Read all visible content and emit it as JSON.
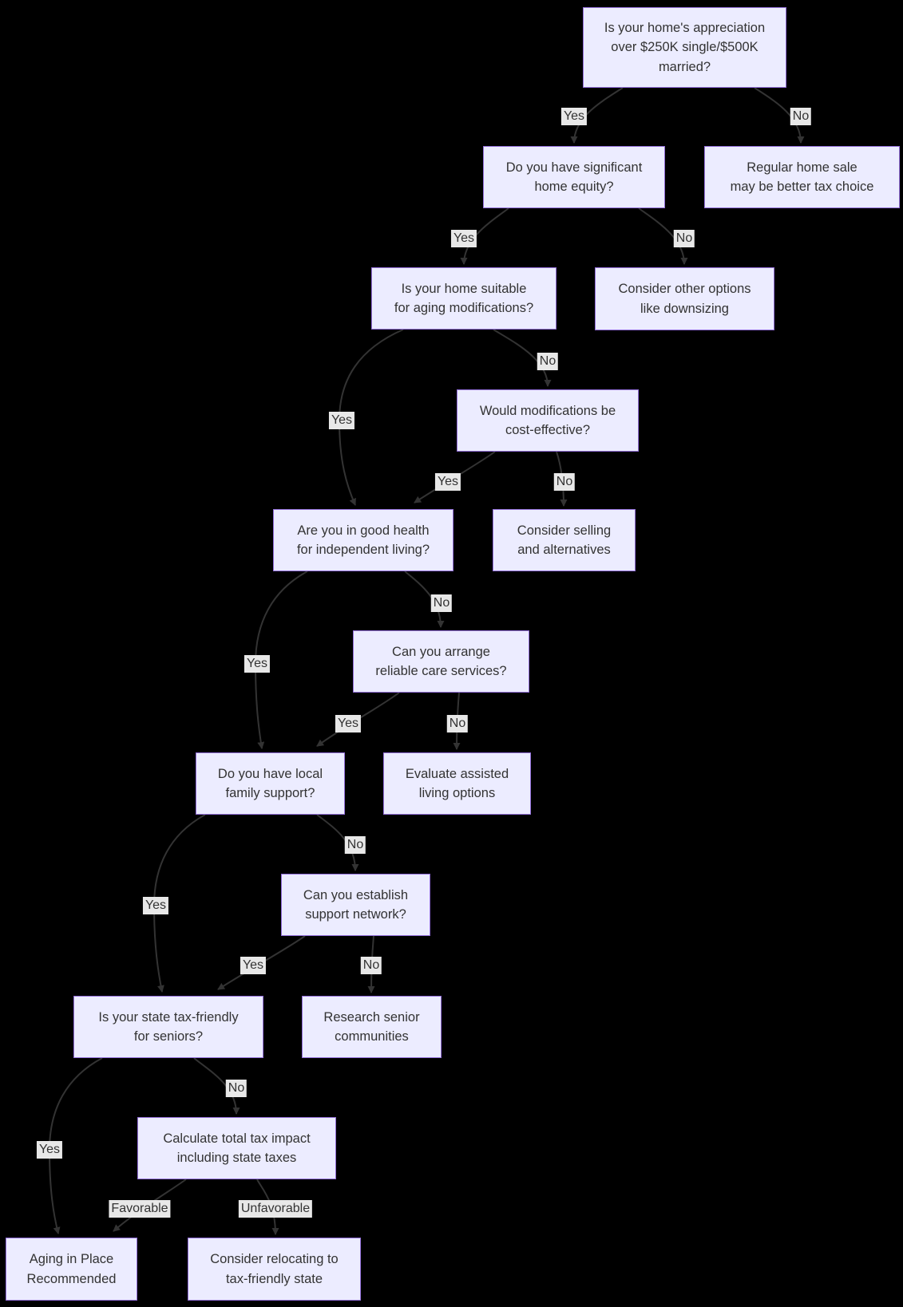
{
  "diagram": {
    "type": "flowchart-decision-tree",
    "colors": {
      "background": "#000000",
      "node_fill": "#ECECFF",
      "node_border": "#9370DB",
      "edge_line": "#333333",
      "edge_label_bg": "#e8e8e8",
      "text": "#333333"
    },
    "nodes": [
      {
        "id": "q-appreciation",
        "lines": [
          "Is your home's appreciation",
          "over $250K single/$500K",
          "married?"
        ]
      },
      {
        "id": "q-equity",
        "lines": [
          "Do you have significant",
          "home equity?"
        ]
      },
      {
        "id": "outcome-regular-sale",
        "lines": [
          "Regular home sale",
          "may be better tax choice"
        ]
      },
      {
        "id": "q-suitable",
        "lines": [
          "Is your home suitable",
          "for aging modifications?"
        ]
      },
      {
        "id": "outcome-downsizing",
        "lines": [
          "Consider other options",
          "like downsizing"
        ]
      },
      {
        "id": "q-cost-effective",
        "lines": [
          "Would modifications be",
          "cost-effective?"
        ]
      },
      {
        "id": "q-health",
        "lines": [
          "Are you in good health",
          "for independent living?"
        ]
      },
      {
        "id": "outcome-selling",
        "lines": [
          "Consider selling",
          "and alternatives"
        ]
      },
      {
        "id": "q-care-services",
        "lines": [
          "Can you arrange",
          "reliable care services?"
        ]
      },
      {
        "id": "q-family-support",
        "lines": [
          "Do you have local",
          "family support?"
        ]
      },
      {
        "id": "outcome-assisted-living",
        "lines": [
          "Evaluate assisted",
          "living options"
        ]
      },
      {
        "id": "q-support-network",
        "lines": [
          "Can you establish",
          "support network?"
        ]
      },
      {
        "id": "q-tax-friendly",
        "lines": [
          "Is your state tax-friendly",
          "for seniors?"
        ]
      },
      {
        "id": "outcome-senior-communities",
        "lines": [
          "Research senior",
          "communities"
        ]
      },
      {
        "id": "p-tax-impact",
        "lines": [
          "Calculate total tax impact",
          "including state taxes"
        ]
      },
      {
        "id": "outcome-aging-in-place",
        "lines": [
          "Aging in Place",
          "Recommended"
        ]
      },
      {
        "id": "outcome-relocate",
        "lines": [
          "Consider relocating to",
          "tax-friendly state"
        ]
      }
    ],
    "edges": [
      {
        "from": "q-appreciation",
        "to": "q-equity",
        "label": "Yes"
      },
      {
        "from": "q-appreciation",
        "to": "outcome-regular-sale",
        "label": "No"
      },
      {
        "from": "q-equity",
        "to": "q-suitable",
        "label": "Yes"
      },
      {
        "from": "q-equity",
        "to": "outcome-downsizing",
        "label": "No"
      },
      {
        "from": "q-suitable",
        "to": "q-cost-effective",
        "label": "No"
      },
      {
        "from": "q-suitable",
        "to": "q-health",
        "label": "Yes"
      },
      {
        "from": "q-cost-effective",
        "to": "q-health",
        "label": "Yes"
      },
      {
        "from": "q-cost-effective",
        "to": "outcome-selling",
        "label": "No"
      },
      {
        "from": "q-health",
        "to": "q-care-services",
        "label": "No"
      },
      {
        "from": "q-health",
        "to": "q-family-support",
        "label": "Yes"
      },
      {
        "from": "q-care-services",
        "to": "q-family-support",
        "label": "Yes"
      },
      {
        "from": "q-care-services",
        "to": "outcome-assisted-living",
        "label": "No"
      },
      {
        "from": "q-family-support",
        "to": "q-support-network",
        "label": "No"
      },
      {
        "from": "q-family-support",
        "to": "q-tax-friendly",
        "label": "Yes"
      },
      {
        "from": "q-support-network",
        "to": "q-tax-friendly",
        "label": "Yes"
      },
      {
        "from": "q-support-network",
        "to": "outcome-senior-communities",
        "label": "No"
      },
      {
        "from": "q-tax-friendly",
        "to": "p-tax-impact",
        "label": "No"
      },
      {
        "from": "q-tax-friendly",
        "to": "outcome-aging-in-place",
        "label": "Yes"
      },
      {
        "from": "p-tax-impact",
        "to": "outcome-aging-in-place",
        "label": "Favorable"
      },
      {
        "from": "p-tax-impact",
        "to": "outcome-relocate",
        "label": "Unfavorable"
      }
    ]
  }
}
